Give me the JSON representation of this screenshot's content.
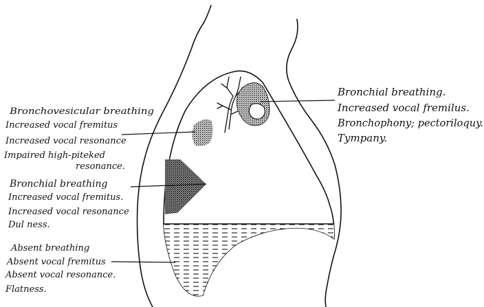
{
  "annotations": {
    "upper_right": {
      "lines": [
        "Bronchial breathing.",
        "Increased vocal fremilus.",
        "Bronchophony; pectoriloquy.",
        "Tympany."
      ]
    },
    "upper_left": {
      "lines": [
        "Bronchovesicular breathing",
        "Increased vocal fremitus",
        "Increased vocal resonance",
        "Impaired high-piteked",
        "resonance."
      ]
    },
    "middle_left": {
      "lines": [
        "Bronchial breathing",
        "Increased vocal fremitus.",
        "Increased vocal resonance",
        "Dul ness."
      ]
    },
    "lower_left": {
      "lines": [
        "Absent breathing",
        "Absent vocal fremitus",
        "Absent vocal resonance.",
        "Flatness."
      ]
    }
  },
  "colors": {
    "ink": "#111111",
    "background": "#ffffff"
  }
}
